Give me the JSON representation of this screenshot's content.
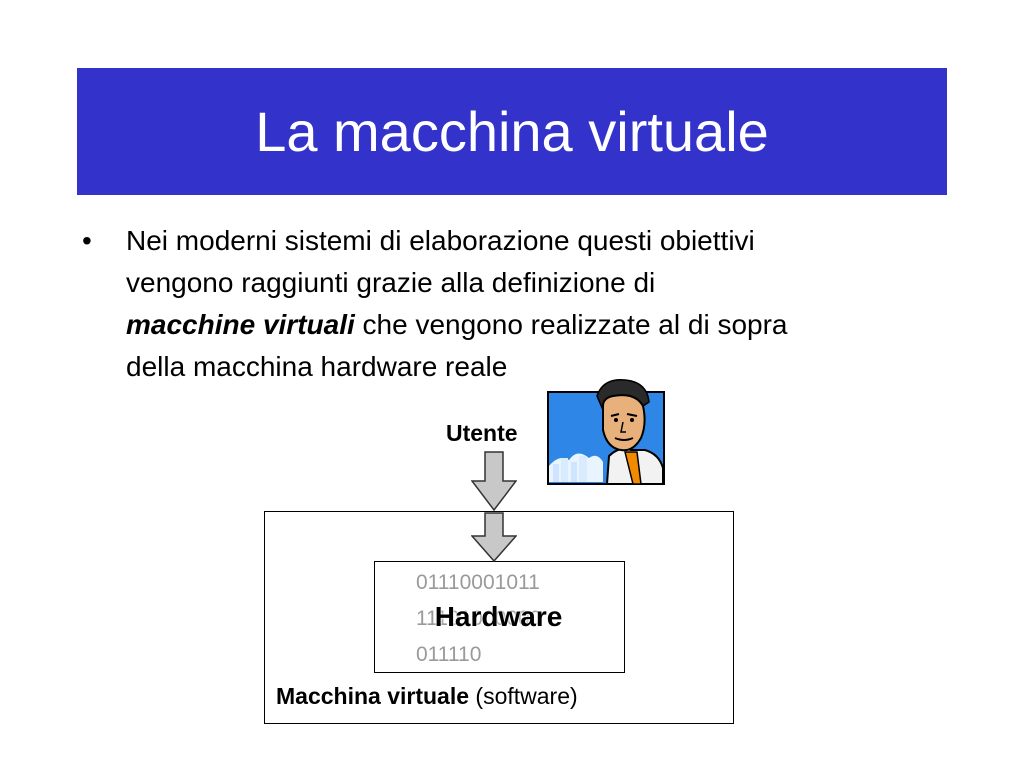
{
  "title": "La macchina virtuale",
  "bullet": {
    "symbol": "•",
    "line1": "Nei moderni sistemi di elaborazione questi obiettivi",
    "line2": "vengono raggiunti grazie alla definizione di",
    "emphasis": "macchine virtuali",
    "line3_rest": " che vengono realizzate al di sopra",
    "line4": "della macchina hardware reale"
  },
  "diagram": {
    "user_label": "Utente",
    "bits": [
      "01110001011",
      "11101000000",
      "011110"
    ],
    "hardware_label": "Hardware",
    "vm_label_bold": "Macchina virtuale",
    "vm_label_rest": " (software)"
  },
  "colors": {
    "title_background": "#3333cc",
    "title_text": "#ffffff",
    "arrow_fill": "#c8c8c8"
  },
  "icons": {
    "user_clipart": "businessman-clipart",
    "arrow": "down-arrow"
  }
}
